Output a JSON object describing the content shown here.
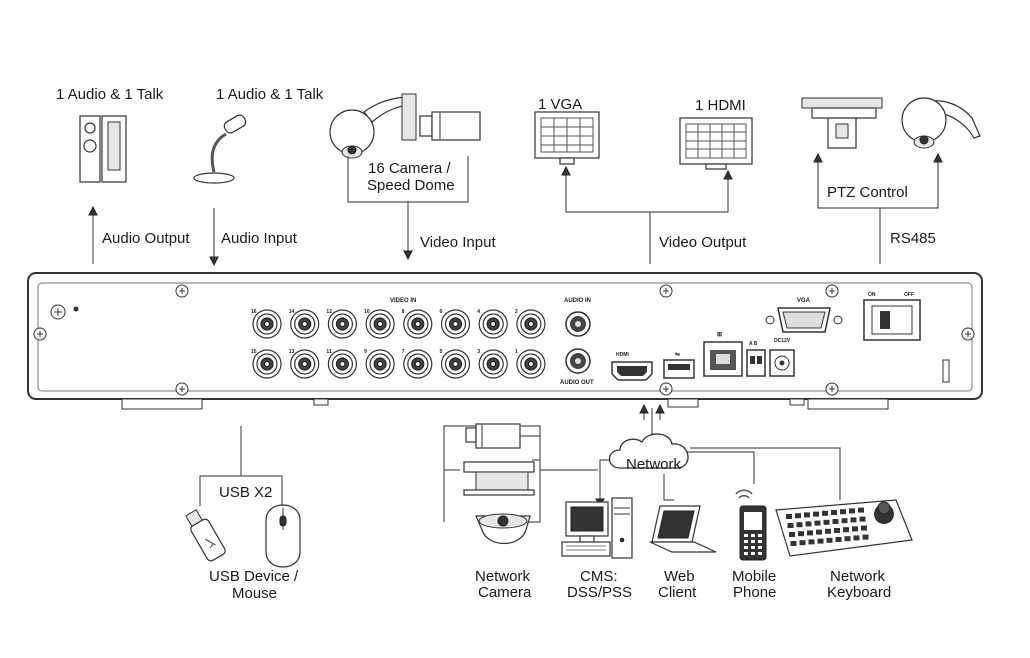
{
  "labels": {
    "audio_out_device": "1 Audio  & 1 Talk",
    "audio_in_device": "1 Audio & 1 Talk",
    "camera_line1": "16  Camera /",
    "camera_line2": "Speed Dome",
    "vga": "1 VGA",
    "hdmi": "1 HDMI",
    "ptz_control": "PTZ Control",
    "audio_output": "Audio  Output",
    "audio_input": "Audio  Input",
    "video_input": "Video Input",
    "video_output": "Video Output",
    "rs485": "RS485",
    "usb_x2": "USB X2",
    "usb_device_line1": "USB Device /",
    "usb_device_line2": "Mouse",
    "network": "Network",
    "network_camera_line1": "Network",
    "network_camera_line2": "Camera",
    "cms_line1": "CMS:",
    "cms_line2": "DSS/PSS",
    "web_line1": "Web",
    "web_line2": "Client",
    "mobile_line1": "Mobile",
    "mobile_line2": "Phone",
    "keyboard_line1": "Network",
    "keyboard_line2": "Keyboard"
  },
  "panel": {
    "video_in": "VIDEO IN",
    "audio_in": "AUDIO IN",
    "audio_out": "AUDIO OUT",
    "hdmi": "HDMI",
    "vga": "VGA",
    "ab": "A B",
    "dc": "DC12V",
    "on": "ON",
    "off": "OFF",
    "top_row_numbers": [
      "16",
      "14",
      "12",
      "10",
      "8",
      "6",
      "4",
      "2"
    ],
    "bottom_row_numbers": [
      "15",
      "13",
      "11",
      "9",
      "7",
      "5",
      "3",
      "1"
    ]
  },
  "icons": [
    "speaker-icon",
    "microphone-icon",
    "speed-dome-icon",
    "box-camera-icon",
    "vga-monitor-icon",
    "hdmi-monitor-icon",
    "ptz-camera-icon",
    "ptz-dome-icon",
    "usb-stick-icon",
    "mouse-icon",
    "network-cloud-icon",
    "network-camera-icon",
    "pc-icon",
    "laptop-icon",
    "mobile-phone-icon",
    "keyboard-controller-icon"
  ]
}
